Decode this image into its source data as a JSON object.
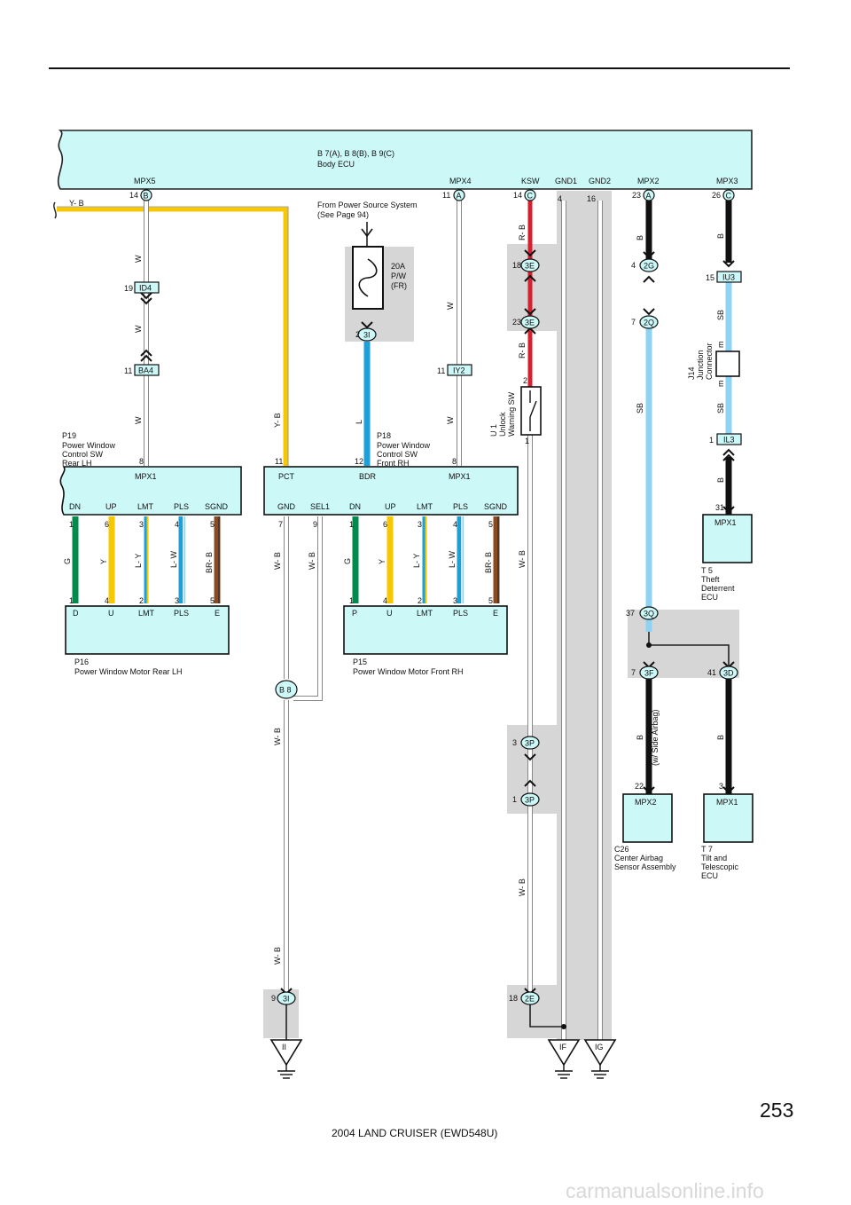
{
  "header": {
    "ecu_ref": "B 7(A), B 8(B), B 9(C)",
    "ecu_name": "Body ECU",
    "power_source_line1": "From Power Source System",
    "power_source_line2": "(See Page 94)"
  },
  "ecu_terminals": {
    "mpx5": "MPX5",
    "mpx4": "MPX4",
    "ksw": "KSW",
    "gnd1": "GND1",
    "gnd2": "GND2",
    "mpx2": "MPX2",
    "mpx3": "MPX3"
  },
  "fuse": {
    "rating": "20A",
    "name": "P/W",
    "position": "(FR)"
  },
  "wire_colors": {
    "yb": "Y- B",
    "w": "W",
    "rb": "R- B",
    "b": "B",
    "sb": "SB",
    "l": "L",
    "g": "G",
    "y": "Y",
    "ly": "L- Y",
    "lw": "L- W",
    "brb": "BR- B",
    "wb": "W- B"
  },
  "connectors": {
    "c_b": "B",
    "c_a": "A",
    "c_c": "C",
    "id4": "ID4",
    "ba4": "BA4",
    "iy2": "IY2",
    "iu3": "IU3",
    "il3": "IL3",
    "3e": "3E",
    "2g": "2G",
    "2q": "2Q",
    "3i": "3I",
    "3q": "3Q",
    "3f": "3F",
    "3d": "3D",
    "3p": "3P",
    "2e": "2E",
    "b8": "B 8"
  },
  "pins": {
    "p14": "14",
    "p11": "11",
    "p23": "23",
    "p26": "26",
    "p4": "4",
    "p16": "16",
    "p19": "19",
    "p15": "15",
    "p18": "18",
    "p2": "2",
    "p7": "7",
    "p1": "1",
    "p8": "8",
    "p12": "12",
    "p31": "31",
    "p6": "6",
    "p3": "3",
    "p5": "5",
    "p9": "9",
    "p37": "37",
    "p41": "41",
    "p22": "22"
  },
  "components": {
    "p19": {
      "code": "P19",
      "l1": "Power Window",
      "l2": "Control SW",
      "l3": "Rear LH"
    },
    "p18": {
      "code": "P18",
      "l1": "Power Window",
      "l2": "Control SW",
      "l3": "Front RH"
    },
    "u1": {
      "code": "U 1",
      "l1": "Unlock",
      "l2": "Warning SW"
    },
    "j14": {
      "code": "J14",
      "l1": "Junction",
      "l2": "Connector"
    },
    "t5": {
      "code": "T 5",
      "l1": "Theft",
      "l2": "Deterrent",
      "l3": "ECU"
    },
    "p16": {
      "code": "P16",
      "l1": "Power Window Motor Rear LH"
    },
    "p15": {
      "code": "P15",
      "l1": "Power Window Motor Front RH"
    },
    "c26": {
      "code": "C26",
      "l1": "Center Airbag",
      "l2": "Sensor Assembly"
    },
    "t7": {
      "code": "T 7",
      "l1": "Tilt and",
      "l2": "Telescopic",
      "l3": "ECU"
    }
  },
  "sw_terms": {
    "mpx1": "MPX1",
    "pct": "PCT",
    "bdr": "BDR",
    "dn": "DN",
    "up": "UP",
    "lmt": "LMT",
    "pls": "PLS",
    "sgnd": "SGND",
    "gnd": "GND",
    "sel1": "SEL1"
  },
  "motor_terms": {
    "d": "D",
    "u": "U",
    "lmt": "LMT",
    "pls": "PLS",
    "e": "E",
    "p": "P"
  },
  "misc": {
    "w_side_airbag": "(w/ Side Airbag)",
    "mpx1": "MPX1",
    "mpx2": "MPX2"
  },
  "grounds": {
    "ii": "II",
    "if": "IF",
    "ig": "IG"
  },
  "footer": {
    "page_number": "253",
    "manual_title": "2004 LAND CRUISER (EWD548U)",
    "watermark": "carmanualsonline.info"
  },
  "colors": {
    "ecu_fill": "#cdf8f8",
    "yellow": "#f7c800",
    "red": "#d42030",
    "sky": "#8fd3f4",
    "blue": "#1d9fd8",
    "green": "#008a4c",
    "brown": "#8b4a1f",
    "shade": "#d6d6d6"
  }
}
